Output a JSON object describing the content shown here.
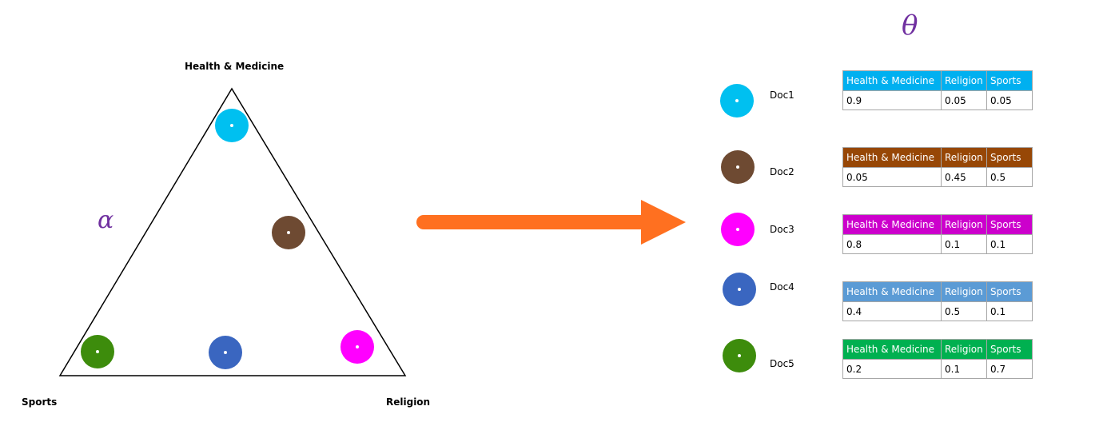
{
  "triangle": {
    "top_label": "Health & Medicine",
    "left_label": "Sports",
    "right_label": "Religion",
    "alpha_symbol": "α",
    "points": [
      {
        "doc": "Doc1",
        "color": "#00c0f0"
      },
      {
        "doc": "Doc2",
        "color": "#6e4a32"
      },
      {
        "doc": "Doc3",
        "color": "#ff00ff"
      },
      {
        "doc": "Doc4",
        "color": "#3a66c0"
      },
      {
        "doc": "Doc5",
        "color": "#3d8c0c"
      }
    ]
  },
  "theta_symbol": "θ",
  "arrow_color": "#ff7020",
  "docs": [
    {
      "label": "Doc1",
      "circle_color": "#00c0f0",
      "header_color": "#00b0f0",
      "headers": [
        "Health & Medicine",
        "Religion",
        "Sports"
      ],
      "values": [
        "0.9",
        "0.05",
        "0.05"
      ]
    },
    {
      "label": "Doc2",
      "circle_color": "#6e4a32",
      "header_color": "#974706",
      "headers": [
        "Health & Medicine",
        "Religion",
        "Sports"
      ],
      "values": [
        "0.05",
        "0.45",
        "0.5"
      ]
    },
    {
      "label": "Doc3",
      "circle_color": "#ff00ff",
      "header_color": "#cc00cc",
      "headers": [
        "Health & Medicine",
        "Religion",
        "Sports"
      ],
      "values": [
        "0.8",
        "0.1",
        "0.1"
      ]
    },
    {
      "label": "Doc4",
      "circle_color": "#3a66c0",
      "header_color": "#5b9bd5",
      "headers": [
        "Health & Medicine",
        "Religion",
        "Sports"
      ],
      "values": [
        "0.4",
        "0.5",
        "0.1"
      ]
    },
    {
      "label": "Doc5",
      "circle_color": "#3d8c0c",
      "header_color": "#00b050",
      "headers": [
        "Health & Medicine",
        "Religion",
        "Sports"
      ],
      "values": [
        "0.2",
        "0.1",
        "0.7"
      ]
    }
  ]
}
